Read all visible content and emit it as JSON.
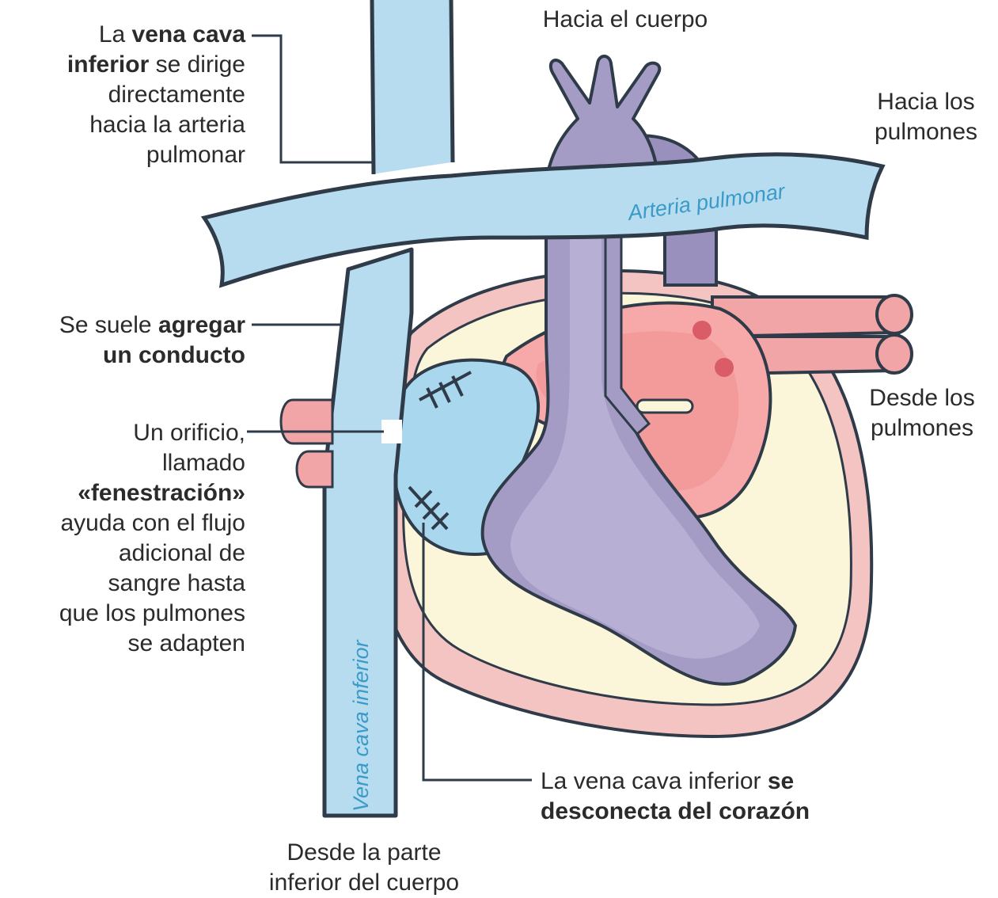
{
  "labels": {
    "top_left": {
      "l1_pre": "La ",
      "l1_bold": "vena cava",
      "l2_bold": "inferior",
      "l2_post": " se dirige",
      "l3": "directamente",
      "l4": "hacia la arteria",
      "l5": "pulmonar"
    },
    "to_body": "Hacia el cuerpo",
    "to_lungs": {
      "l1": "Hacia los",
      "l2": "pulmones"
    },
    "conduit": {
      "pre": "Se suele ",
      "bold1": "agregar",
      "bold2": "un conducto"
    },
    "from_lungs": {
      "l1": "Desde los",
      "l2": "pulmones"
    },
    "fenestration": {
      "l1": "Un orificio,",
      "l2": "llamado",
      "l3_bold": "«fenestración»",
      "l4": "ayuda con el flujo",
      "l5": "adicional de",
      "l6": "sangre hasta",
      "l7": "que los pulmones",
      "l8": "se adapten"
    },
    "disconnect": {
      "pre": "La vena cava inferior ",
      "bold1": "se",
      "bold2": "desconecta del corazón"
    },
    "from_lower": {
      "l1": "Desde la parte",
      "l2": "inferior del cuerpo"
    },
    "pulmonary_artery": "Arteria pulmonar",
    "ivc_vertical": "Vena cava inferior"
  },
  "colors": {
    "vein_blue": "#b8dcef",
    "vein_outline": "#2f3b48",
    "aorta_purple": "#a59cc6",
    "heart_pink": "#f4b6b3",
    "heart_cream": "#fbf5da",
    "atrium_blue": "#a9d8ee"
  }
}
